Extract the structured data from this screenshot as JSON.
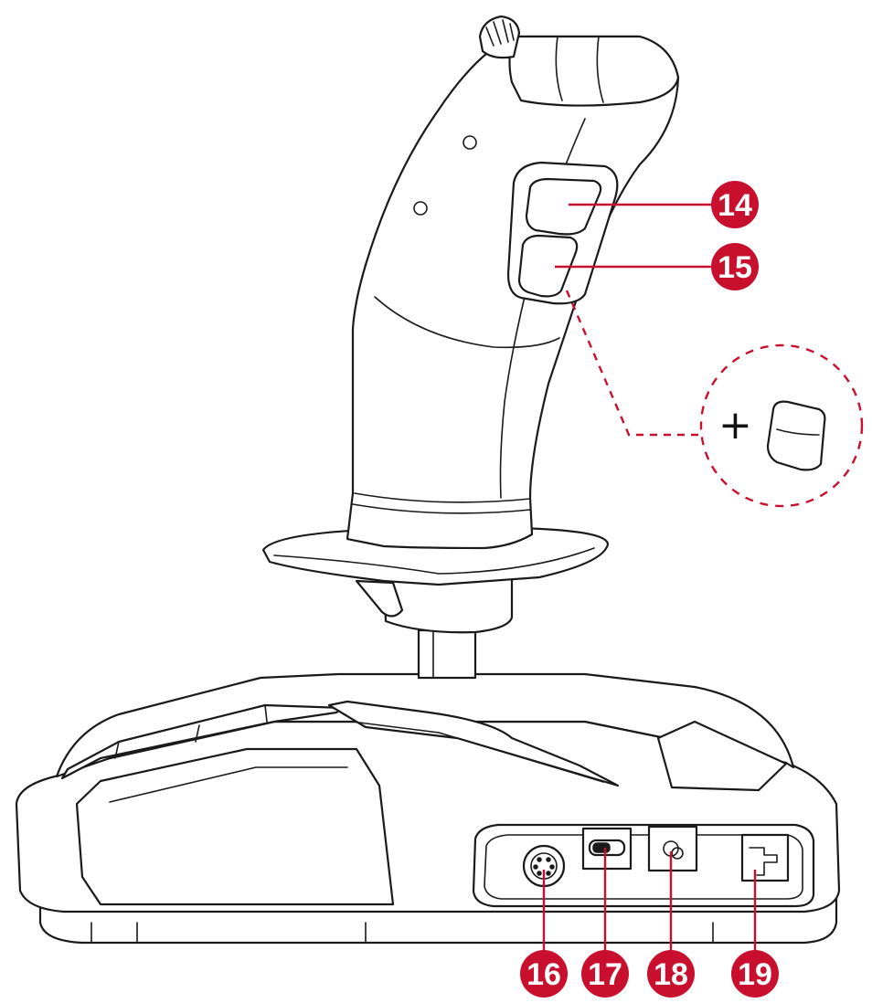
{
  "diagram": {
    "accent_color": "#c8102e",
    "line_color": "#1a1a1a",
    "callouts": [
      {
        "number": "14",
        "target": "upper-grip-button"
      },
      {
        "number": "15",
        "target": "lower-grip-button"
      },
      {
        "number": "16",
        "target": "mini-din-port"
      },
      {
        "number": "17",
        "target": "switch-slot"
      },
      {
        "number": "18",
        "target": "jack-port"
      },
      {
        "number": "19",
        "target": "rj-port"
      }
    ],
    "detail_inset": {
      "symbol": "+",
      "content": "replacement-button-cap-icon"
    }
  }
}
